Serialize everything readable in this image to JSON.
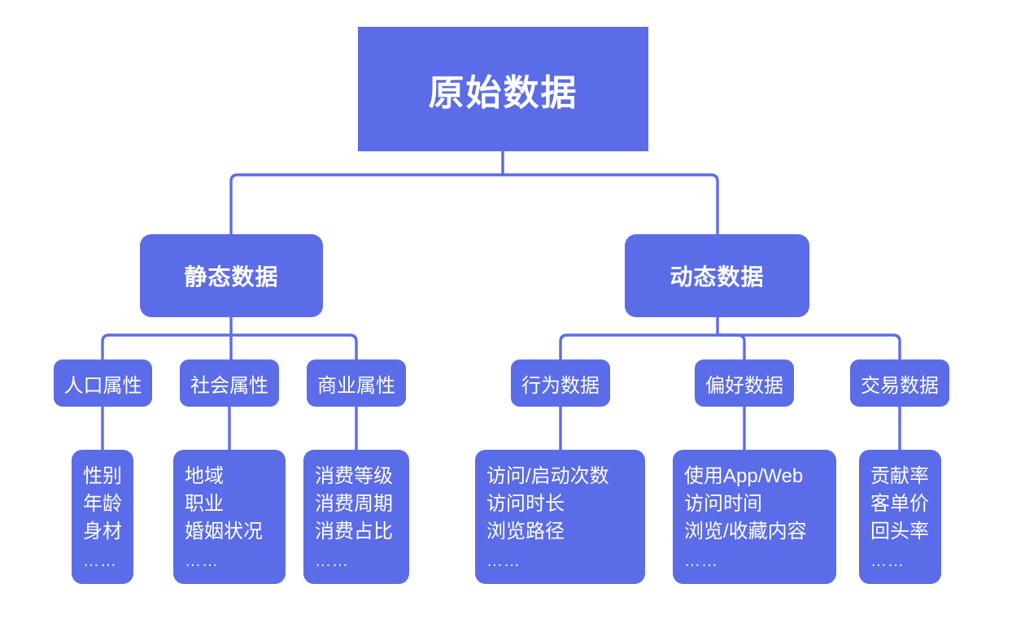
{
  "diagram": {
    "title": "原始数据",
    "accent_color": "#5b6ce8",
    "background_color": "#ffffff",
    "text_color": "#ffffff",
    "connector_color": "#5b6ce8",
    "type": "tree"
  },
  "root": {
    "label": "原始数据"
  },
  "branches": [
    {
      "label": "静态数据",
      "children": [
        {
          "label": "人口属性",
          "items": [
            "性别",
            "年龄",
            "身材"
          ],
          "ellipsis": "……"
        },
        {
          "label": "社会属性",
          "items": [
            "地域",
            "职业",
            "婚姻状况"
          ],
          "ellipsis": "……"
        },
        {
          "label": "商业属性",
          "items": [
            "消费等级",
            "消费周期",
            "消费占比"
          ],
          "ellipsis": "……"
        }
      ]
    },
    {
      "label": "动态数据",
      "children": [
        {
          "label": "行为数据",
          "items": [
            "访问/启动次数",
            "访问时长",
            "浏览路径"
          ],
          "ellipsis": "……"
        },
        {
          "label": "偏好数据",
          "items": [
            "使用App/Web",
            "访问时间",
            "浏览/收藏内容"
          ],
          "ellipsis": "……"
        },
        {
          "label": "交易数据",
          "items": [
            "贡献率",
            "客单价",
            "回头率"
          ],
          "ellipsis": "……"
        }
      ]
    }
  ]
}
